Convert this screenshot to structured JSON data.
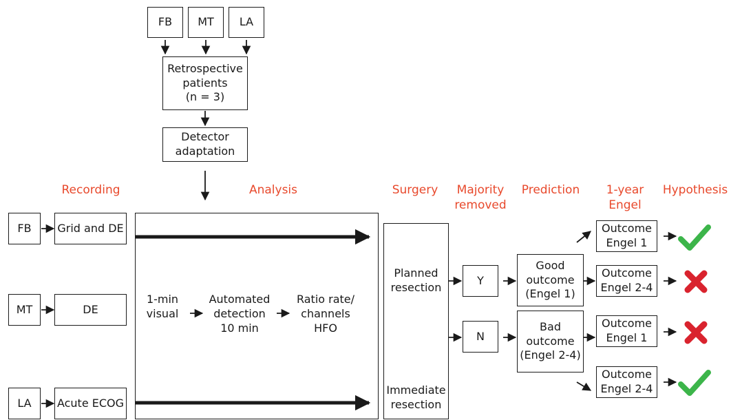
{
  "colors": {
    "accent": "#e8492c",
    "check": "#3cb54a",
    "cross": "#d9232e",
    "line": "#1a1a1a"
  },
  "top": {
    "groups": [
      "FB",
      "MT",
      "LA"
    ],
    "retro_box": "Retrospective\npatients\n(n = 3)",
    "detector_box": "Detector\nadaptation"
  },
  "headers": {
    "recording": "Recording",
    "analysis": "Analysis",
    "surgery": "Surgery",
    "majority": "Majority\nremoved",
    "prediction": "Prediction",
    "engel": "1-year\nEngel",
    "hypothesis": "Hypothesis"
  },
  "patients": [
    {
      "label": "FB",
      "recording": "Grid and DE"
    },
    {
      "label": "MT",
      "recording": "DE"
    },
    {
      "label": "LA",
      "recording": "Acute ECOG"
    }
  ],
  "analysis": {
    "step1": "1-min\nvisual",
    "step2": "Automated\ndetection\n10 min",
    "step3": "Ratio rate/\nchannels\nHFO"
  },
  "surgery": {
    "planned": "Planned\nresection",
    "immediate": "Immediate\nresection"
  },
  "majority": {
    "yes": "Y",
    "no": "N"
  },
  "prediction": {
    "good": "Good\noutcome\n(Engel 1)",
    "bad": "Bad\noutcome\n(Engel 2-4)"
  },
  "outcomes": [
    {
      "label": "Outcome\nEngel 1",
      "hypothesis": "check"
    },
    {
      "label": "Outcome\nEngel 2-4",
      "hypothesis": "cross"
    },
    {
      "label": "Outcome\nEngel 1",
      "hypothesis": "cross"
    },
    {
      "label": "Outcome\nEngel 2-4",
      "hypothesis": "check"
    }
  ]
}
